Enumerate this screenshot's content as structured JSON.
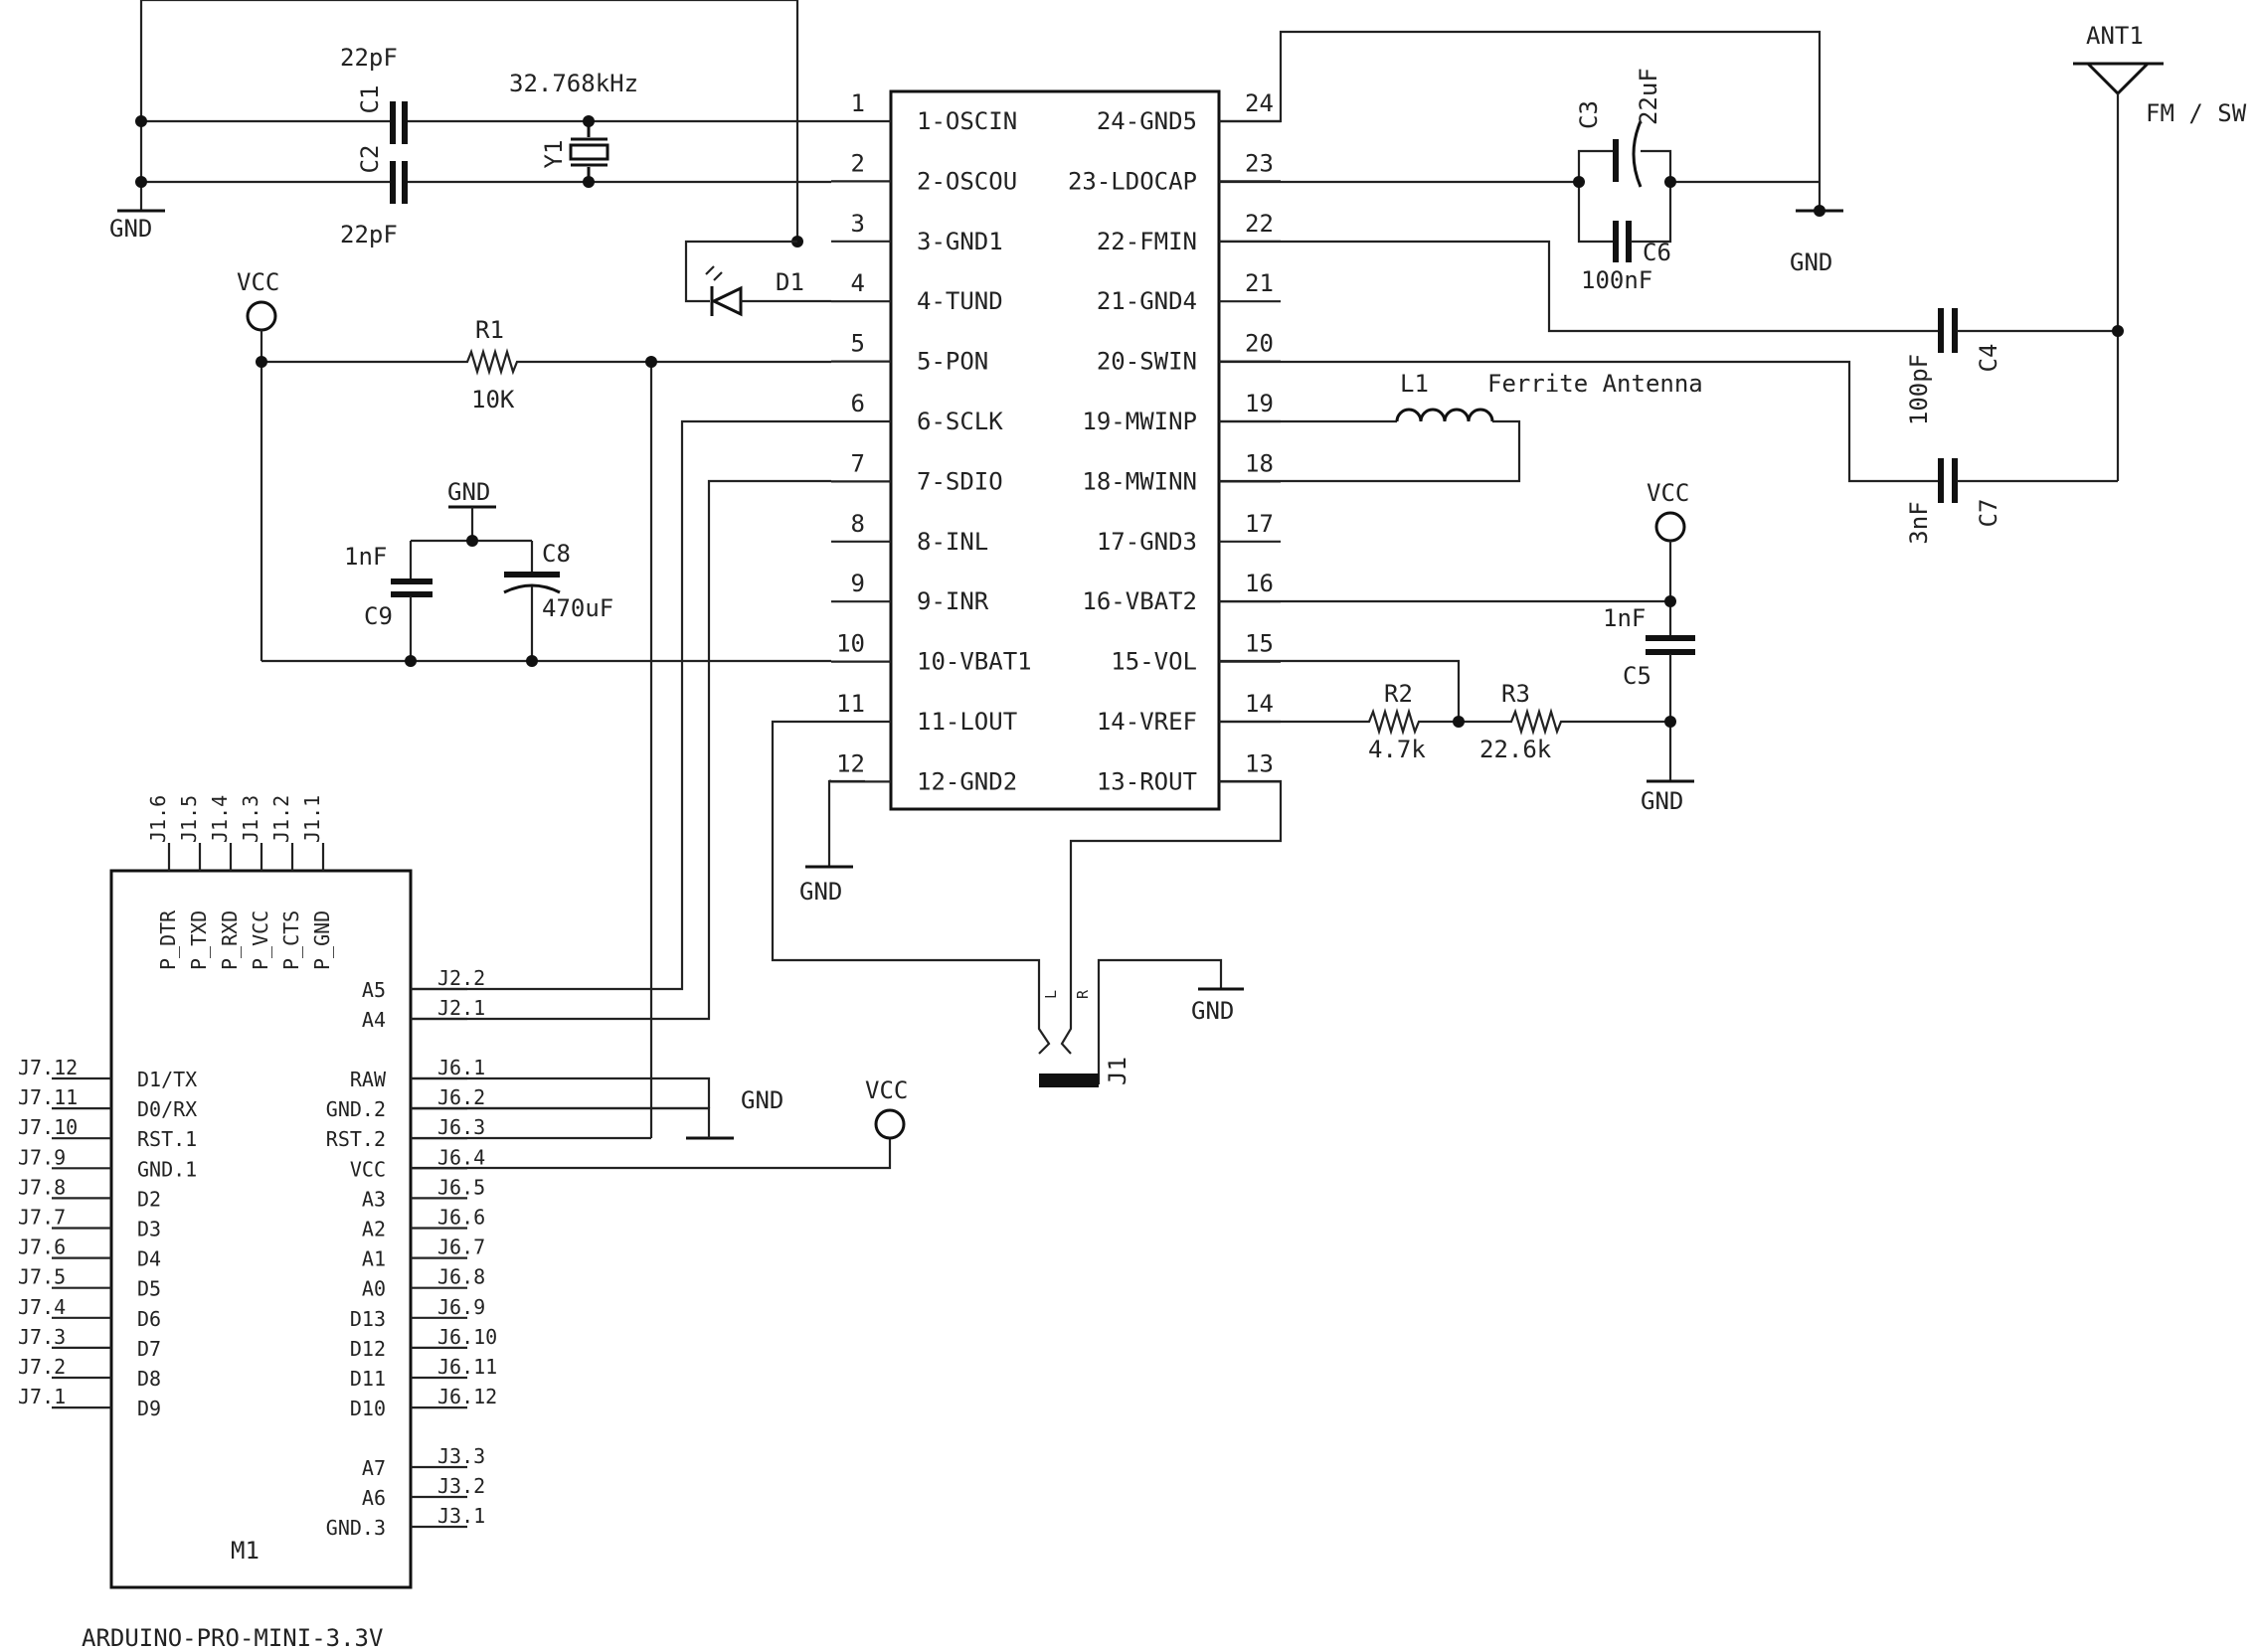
{
  "ic_pins": [
    {
      "n": "1",
      "l": "1-OSCIN",
      "side": "left",
      "row": 0
    },
    {
      "n": "2",
      "l": "2-OSCOU",
      "side": "left",
      "row": 1
    },
    {
      "n": "3",
      "l": "3-GND1",
      "side": "left",
      "row": 2
    },
    {
      "n": "4",
      "l": "4-TUND",
      "side": "left",
      "row": 3
    },
    {
      "n": "5",
      "l": "5-PON",
      "side": "left",
      "row": 4
    },
    {
      "n": "6",
      "l": "6-SCLK",
      "side": "left",
      "row": 5
    },
    {
      "n": "7",
      "l": "7-SDIO",
      "side": "left",
      "row": 6
    },
    {
      "n": "8",
      "l": "8-INL",
      "side": "left",
      "row": 7
    },
    {
      "n": "9",
      "l": "9-INR",
      "side": "left",
      "row": 8
    },
    {
      "n": "10",
      "l": "10-VBAT1",
      "side": "left",
      "row": 9
    },
    {
      "n": "11",
      "l": "11-LOUT",
      "side": "left",
      "row": 10
    },
    {
      "n": "12",
      "l": "12-GND2",
      "side": "left",
      "row": 11
    },
    {
      "n": "24",
      "l": "24-GND5",
      "side": "right",
      "row": 0
    },
    {
      "n": "23",
      "l": "23-LDOCAP",
      "side": "right",
      "row": 1
    },
    {
      "n": "22",
      "l": "22-FMIN",
      "side": "right",
      "row": 2
    },
    {
      "n": "21",
      "l": "21-GND4",
      "side": "right",
      "row": 3
    },
    {
      "n": "20",
      "l": "20-SWIN",
      "side": "right",
      "row": 4
    },
    {
      "n": "19",
      "l": "19-MWINP",
      "side": "right",
      "row": 5
    },
    {
      "n": "18",
      "l": "18-MWINN",
      "side": "right",
      "row": 6
    },
    {
      "n": "17",
      "l": "17-GND3",
      "side": "right",
      "row": 7
    },
    {
      "n": "16",
      "l": "16-VBAT2",
      "side": "right",
      "row": 8
    },
    {
      "n": "15",
      "l": "15-VOL",
      "side": "right",
      "row": 9
    },
    {
      "n": "14",
      "l": "14-VREF",
      "side": "right",
      "row": 10
    },
    {
      "n": "13",
      "l": "13-ROUT",
      "side": "right",
      "row": 11
    }
  ],
  "components": {
    "c1": {
      "ref": "C1",
      "value": "22pF"
    },
    "c2": {
      "ref": "C2",
      "value": "22pF"
    },
    "y1": {
      "ref": "Y1",
      "value": "32.768kHz"
    },
    "d1": {
      "ref": "D1"
    },
    "r1": {
      "ref": "R1",
      "value": "10K"
    },
    "c3": {
      "ref": "C3",
      "value": "22uF"
    },
    "c6": {
      "ref": "C6",
      "value": "100nF"
    },
    "c4": {
      "ref": "C4",
      "value": "100pF"
    },
    "c7": {
      "ref": "C7",
      "value": "3nF"
    },
    "ant1": {
      "ref": "ANT1",
      "value": "FM / SW"
    },
    "l1": {
      "ref": "L1",
      "value": "Ferrite Antenna"
    },
    "c8": {
      "ref": "C8",
      "value": "470uF"
    },
    "c9": {
      "ref": "C9",
      "value": "1nF"
    },
    "c5": {
      "ref": "C5",
      "value": "1nF"
    },
    "r2": {
      "ref": "R2",
      "value": "4.7k"
    },
    "r3": {
      "ref": "R3",
      "value": "22.6k"
    },
    "j1": {
      "ref": "J1",
      "left": "L",
      "right": "R"
    },
    "m1": {
      "ref": "M1",
      "value": "ARDUINO-PRO-MINI-3.3V"
    }
  },
  "power": {
    "gnd": "GND",
    "vcc": "VCC"
  },
  "arduino": {
    "top_header": [
      {
        "j": "J1.6",
        "p": "P_DTR"
      },
      {
        "j": "J1.5",
        "p": "P_TXD"
      },
      {
        "j": "J1.4",
        "p": "P_RXD"
      },
      {
        "j": "J1.3",
        "p": "P_VCC"
      },
      {
        "j": "J1.2",
        "p": "P_CTS"
      },
      {
        "j": "J1.1",
        "p": "P_GND"
      }
    ],
    "j2": [
      {
        "j": "J2.2",
        "p": "A5"
      },
      {
        "j": "J2.1",
        "p": "A4"
      }
    ],
    "j6": [
      {
        "j": "J6.1",
        "p": "RAW"
      },
      {
        "j": "J6.2",
        "p": "GND.2"
      },
      {
        "j": "J6.3",
        "p": "RST.2"
      },
      {
        "j": "J6.4",
        "p": "VCC"
      },
      {
        "j": "J6.5",
        "p": "A3"
      },
      {
        "j": "J6.6",
        "p": "A2"
      },
      {
        "j": "J6.7",
        "p": "A1"
      },
      {
        "j": "J6.8",
        "p": "A0"
      },
      {
        "j": "J6.9",
        "p": "D13"
      },
      {
        "j": "J6.10",
        "p": "D12"
      },
      {
        "j": "J6.11",
        "p": "D11"
      },
      {
        "j": "J6.12",
        "p": "D10"
      }
    ],
    "j3": [
      {
        "j": "J3.3",
        "p": "A7"
      },
      {
        "j": "J3.2",
        "p": "A6"
      },
      {
        "j": "J3.1",
        "p": "GND.3"
      }
    ],
    "j7": [
      {
        "j": "J7.12",
        "p": "D1/TX"
      },
      {
        "j": "J7.11",
        "p": "D0/RX"
      },
      {
        "j": "J7.10",
        "p": "RST.1"
      },
      {
        "j": "J7.9",
        "p": "GND.1"
      },
      {
        "j": "J7.8",
        "p": "D2"
      },
      {
        "j": "J7.7",
        "p": "D3"
      },
      {
        "j": "J7.6",
        "p": "D4"
      },
      {
        "j": "J7.5",
        "p": "D5"
      },
      {
        "j": "J7.4",
        "p": "D6"
      },
      {
        "j": "J7.3",
        "p": "D7"
      },
      {
        "j": "J7.2",
        "p": "D8"
      },
      {
        "j": "J7.1",
        "p": "D9"
      }
    ]
  }
}
